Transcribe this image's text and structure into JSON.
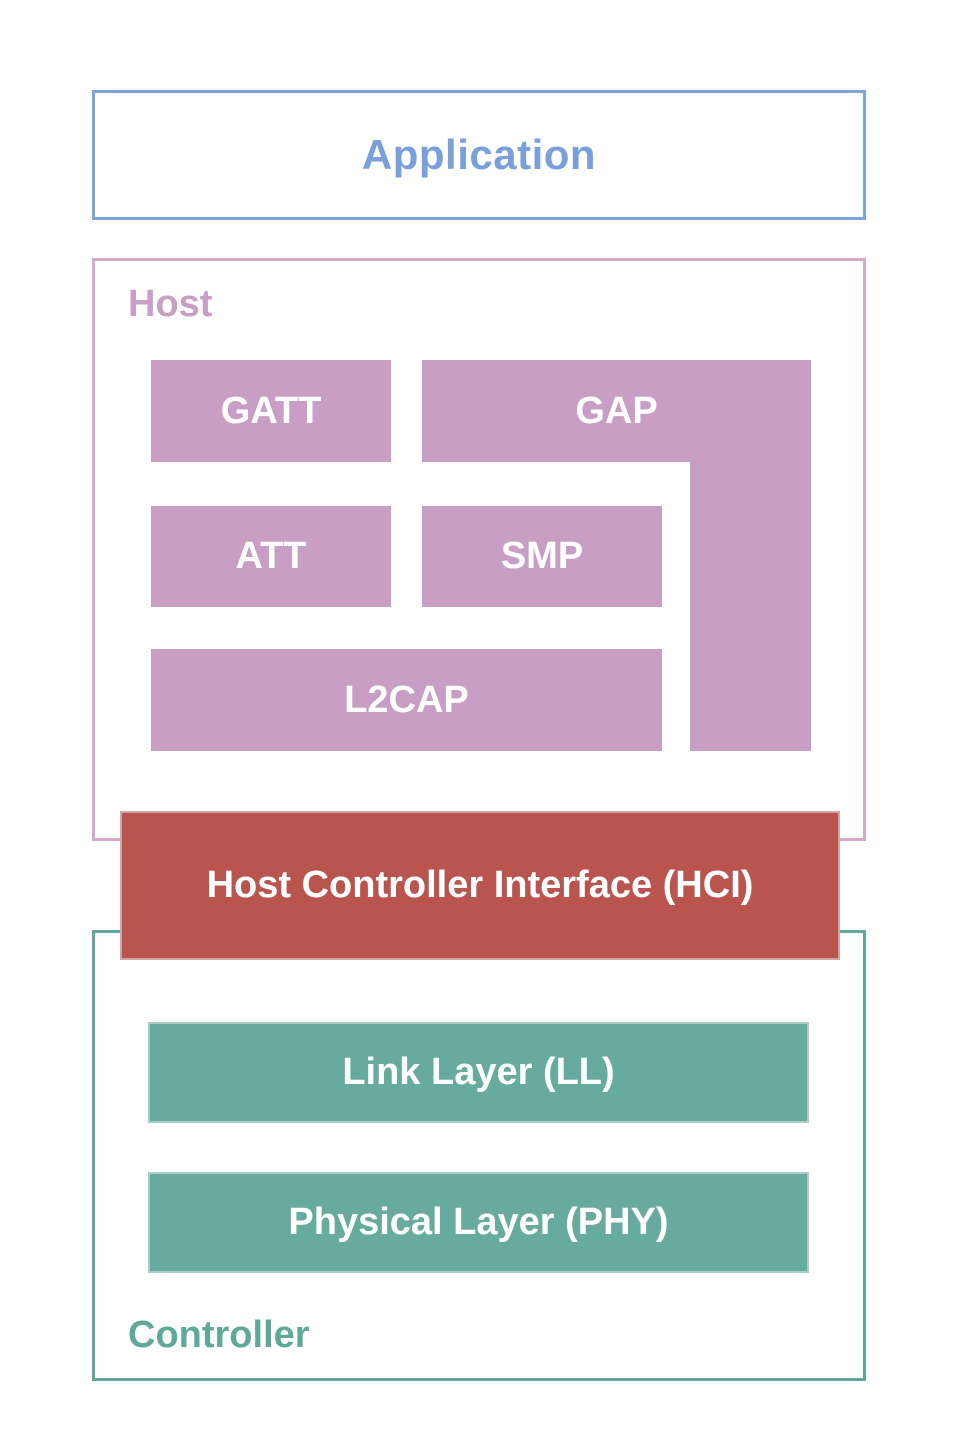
{
  "colors": {
    "blue_border": "#7ba3dc",
    "blue_text": "#7aa0db",
    "pink_border": "#d5aacd",
    "pink_fill": "#c99ec4",
    "pink_text": "#c99fc6",
    "red_fill": "#b9544f",
    "teal_border": "#5fa99b",
    "teal_fill": "#66ab9d",
    "teal_text": "#5fa99b",
    "white_text": "#ffffff"
  },
  "diagram": {
    "application": {
      "label": "Application"
    },
    "host": {
      "label": "Host",
      "blocks": {
        "gatt": "GATT",
        "gap": "GAP",
        "att": "ATT",
        "smp": "SMP",
        "l2cap": "L2CAP"
      }
    },
    "hci": {
      "label": "Host Controller Interface (HCI)"
    },
    "controller": {
      "label": "Controller",
      "blocks": {
        "link_layer": "Link Layer (LL)",
        "physical_layer": "Physical Layer (PHY)"
      }
    }
  }
}
